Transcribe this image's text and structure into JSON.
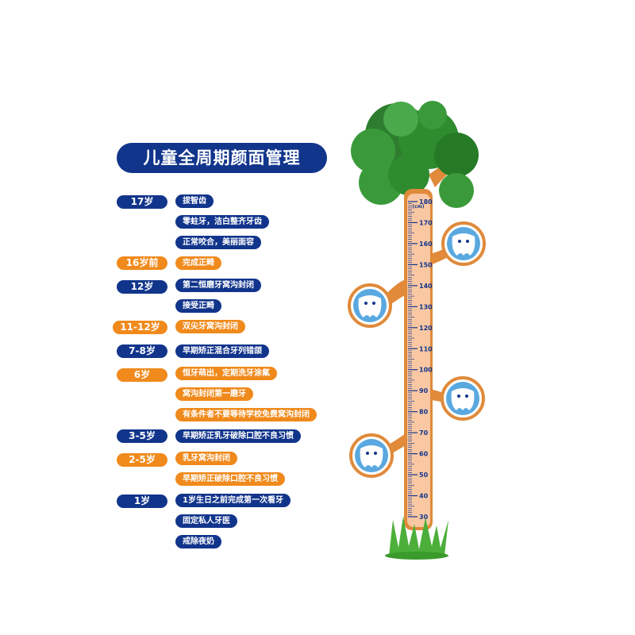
{
  "title": "儿童全周期颜面管理",
  "ruler_unit": "(cm)",
  "ruler_labels": [
    "180",
    "170",
    "160",
    "150",
    "140",
    "130",
    "120",
    "110",
    "100",
    "90",
    "80",
    "70",
    "60",
    "50",
    "40",
    "30"
  ],
  "colors": {
    "navy": "#12358c",
    "orange": "#f08a1c",
    "tree_brown": "#e08a3a",
    "ruler_bg": "#f9c8a3",
    "leaf_green": "#2e8b2e"
  },
  "stages": [
    {
      "age": "17岁",
      "color": "blue",
      "items": [
        "拔智齿",
        "零蛀牙，洁白整齐牙齿",
        "正常咬合，美丽面容"
      ]
    },
    {
      "age": "16岁前",
      "color": "orange",
      "items": [
        "完成正畸"
      ]
    },
    {
      "age": "12岁",
      "color": "blue",
      "items": [
        "第二恒磨牙窝沟封闭",
        "接受正畸"
      ]
    },
    {
      "age": "11-12岁",
      "color": "orange",
      "items": [
        "双尖牙窝沟封闭"
      ]
    },
    {
      "age": "7-8岁",
      "color": "blue",
      "items": [
        "早期矫正混合牙列错颌"
      ]
    },
    {
      "age": "6岁",
      "color": "orange",
      "items": [
        "恒牙萌出，定期洗牙涂氟",
        "窝沟封闭第一磨牙",
        "有条件者不要等待学校免费窝沟封闭"
      ]
    },
    {
      "age": "3-5岁",
      "color": "blue",
      "items": [
        "早期矫正乳牙破除口腔不良习惯"
      ]
    },
    {
      "age": "2-5岁",
      "color": "orange",
      "items": [
        "乳牙窝沟封闭",
        "早期矫正破除口腔不良习惯"
      ]
    },
    {
      "age": "1岁",
      "color": "blue",
      "items": [
        "1岁生日之前完成第一次看牙",
        "固定私人牙医",
        "戒除夜奶"
      ]
    }
  ]
}
